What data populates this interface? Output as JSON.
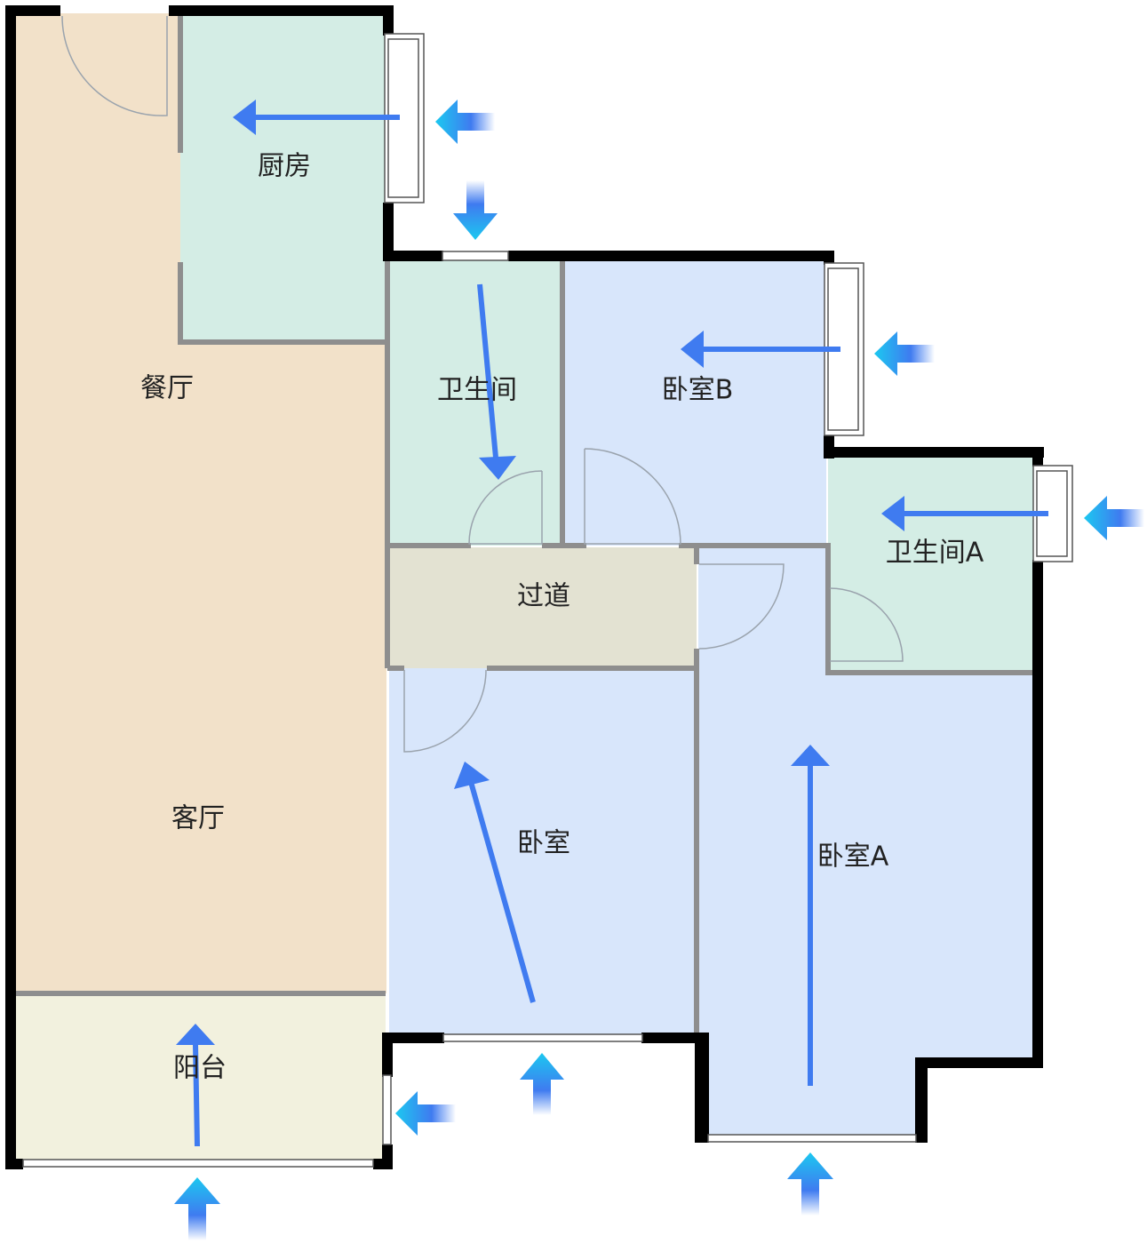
{
  "floorplan": {
    "rooms": {
      "kitchen": "厨房",
      "dining": "餐厅",
      "bathroom": "卫生间",
      "bedroom_b": "卧室B",
      "bathroom_a": "卫生间A",
      "corridor": "过道",
      "living": "客厅",
      "bedroom": "卧室",
      "bedroom_a": "卧室A",
      "balcony": "阳台"
    },
    "colors": {
      "living": "#f2e1c9",
      "wet": "#d4ede5",
      "bedroom": "#d8e6fb",
      "corridor": "#e3e2d2",
      "balcony": "#f2f1de",
      "flow": "#3f7bf0",
      "wall": "#000000"
    }
  }
}
